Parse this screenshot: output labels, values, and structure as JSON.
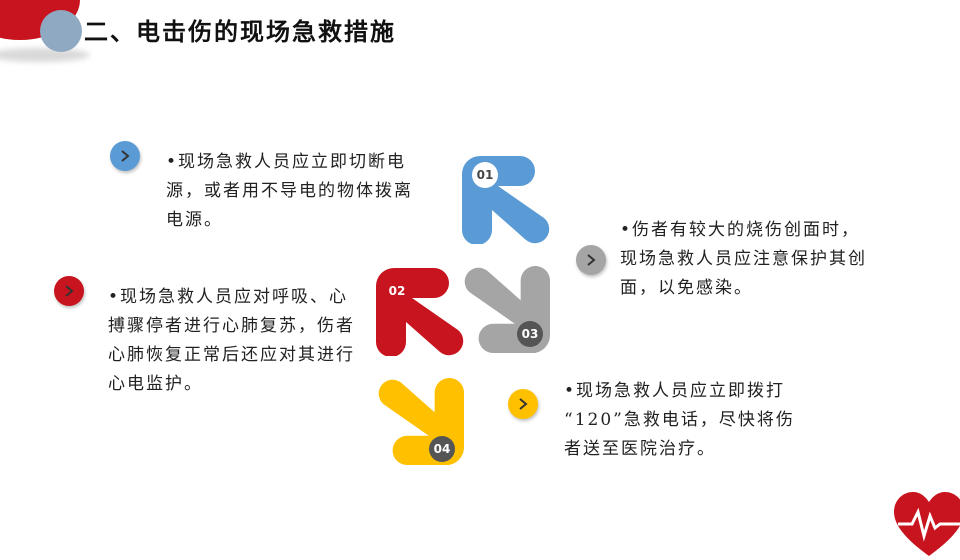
{
  "title": "二、电击伤的现场急救措施",
  "colors": {
    "red": "#c8141e",
    "blue": "#5b9bd5",
    "gray": "#a5a5a5",
    "yellow": "#ffc000",
    "steel_blue": "#8fa9c2"
  },
  "items": [
    {
      "num": "01",
      "color": "blue",
      "icon": "chevron-right-icon",
      "text": [
        "•现场急救人员应立即切断电",
        "源，或者用不导电的物体拨离",
        "电源。"
      ]
    },
    {
      "num": "02",
      "color": "red",
      "icon": "chevron-right-icon",
      "text": [
        "•现场急救人员应对呼吸、心",
        "搏骤停者进行心肺复苏，伤者",
        "心肺恢复正常后还应对其进行",
        "心电监护。"
      ]
    },
    {
      "num": "03",
      "color": "gray",
      "icon": "chevron-right-icon",
      "text": [
        "•伤者有较大的烧伤创面时，",
        "现场急救人员应注意保护其创",
        "面，以免感染。"
      ]
    },
    {
      "num": "04",
      "color": "yellow",
      "icon": "chevron-right-icon",
      "text": [
        "•现场急救人员应立即拨打",
        "“120”急救电话，尽快将伤",
        "者送至医院治疗。"
      ]
    }
  ]
}
